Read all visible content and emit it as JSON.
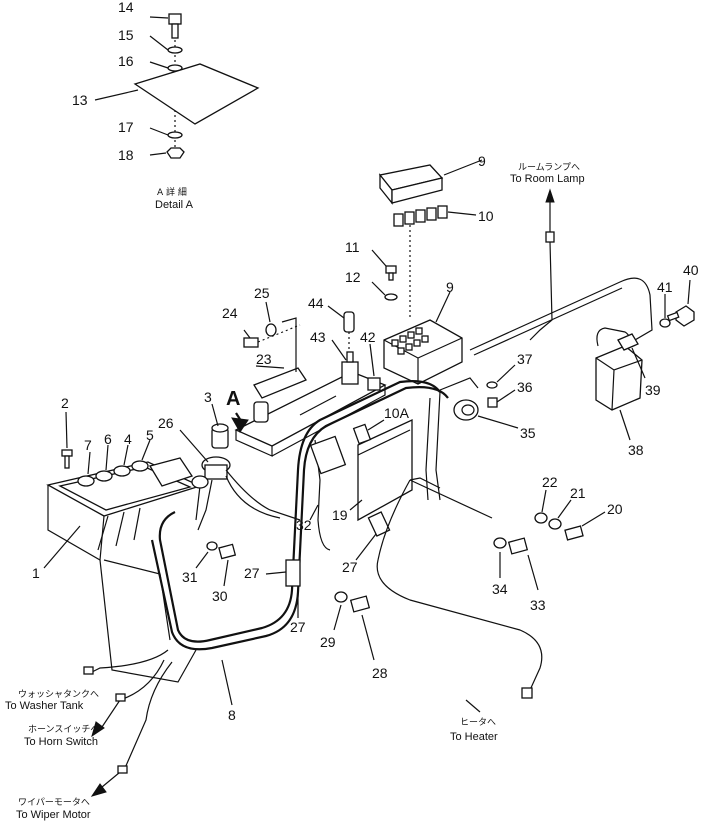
{
  "detail": {
    "label_jp": "A 詳 細",
    "label_en": "Detail A",
    "marker": "A"
  },
  "callouts": {
    "n1": "1",
    "n2": "2",
    "n3": "3",
    "n4": "4",
    "n5": "5",
    "n6": "6",
    "n7": "7",
    "n8": "8",
    "n9a": "9",
    "n9b": "9",
    "n10": "10",
    "n10a": "10A",
    "n11": "11",
    "n12": "12",
    "n13": "13",
    "n14": "14",
    "n15": "15",
    "n16": "16",
    "n17": "17",
    "n18": "18",
    "n19": "19",
    "n20": "20",
    "n21": "21",
    "n22": "22",
    "n23": "23",
    "n24": "24",
    "n25": "25",
    "n26": "26",
    "n27a": "27",
    "n27b": "27",
    "n27c": "27",
    "n28": "28",
    "n29": "29",
    "n30": "30",
    "n31": "31",
    "n32": "32",
    "n33": "33",
    "n34": "34",
    "n35": "35",
    "n36": "36",
    "n37": "37",
    "n38": "38",
    "n39": "39",
    "n40": "40",
    "n41": "41",
    "n42": "42",
    "n43": "43",
    "n44": "44"
  },
  "destinations": {
    "room_lamp_jp": "ルームランプへ",
    "room_lamp_en": "To Room Lamp",
    "heater_jp": "ヒータへ",
    "heater_en": "To Heater",
    "washer_jp": "ウォッシャタンクへ",
    "washer_en": "To Washer Tank",
    "horn_jp": "ホーンスイッチへ",
    "horn_en": "To Horn Switch",
    "wiper_jp": "ワイパーモータへ",
    "wiper_en": "To Wiper Motor"
  }
}
